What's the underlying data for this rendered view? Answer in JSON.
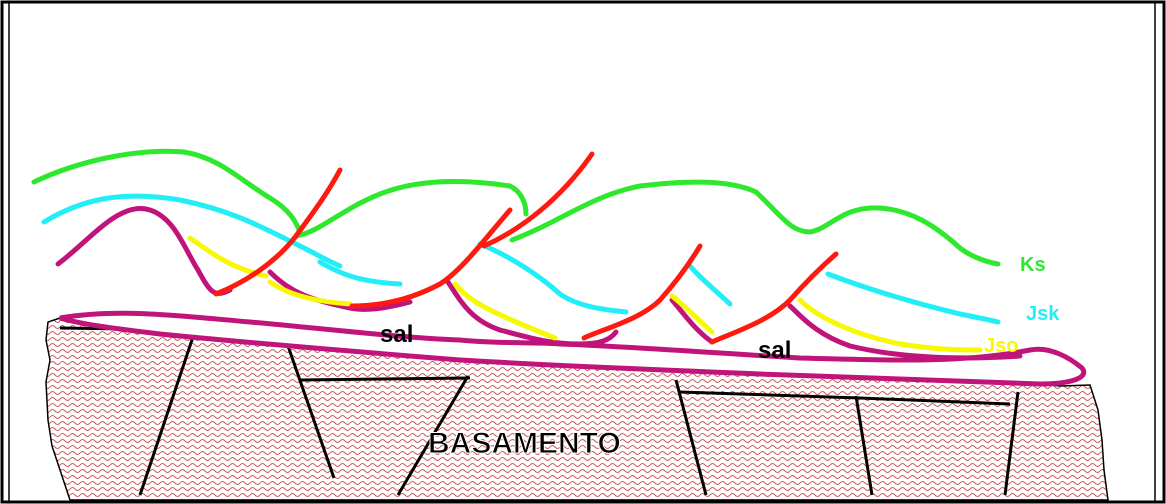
{
  "labels": {
    "ks": "Ks",
    "jsk": "Jsk",
    "jso": "Jso",
    "sal_left": "sal",
    "sal_right": "sal",
    "basement": "BASAMENTO"
  },
  "colors": {
    "ks_green": "#2ee82e",
    "jsk_cyan": "#22eef8",
    "jso_yellow": "#f8f800",
    "salt_magenta": "#c0147a",
    "fault_red": "#ff1a10",
    "basement_pattern": "#c46060",
    "black": "#000000"
  }
}
